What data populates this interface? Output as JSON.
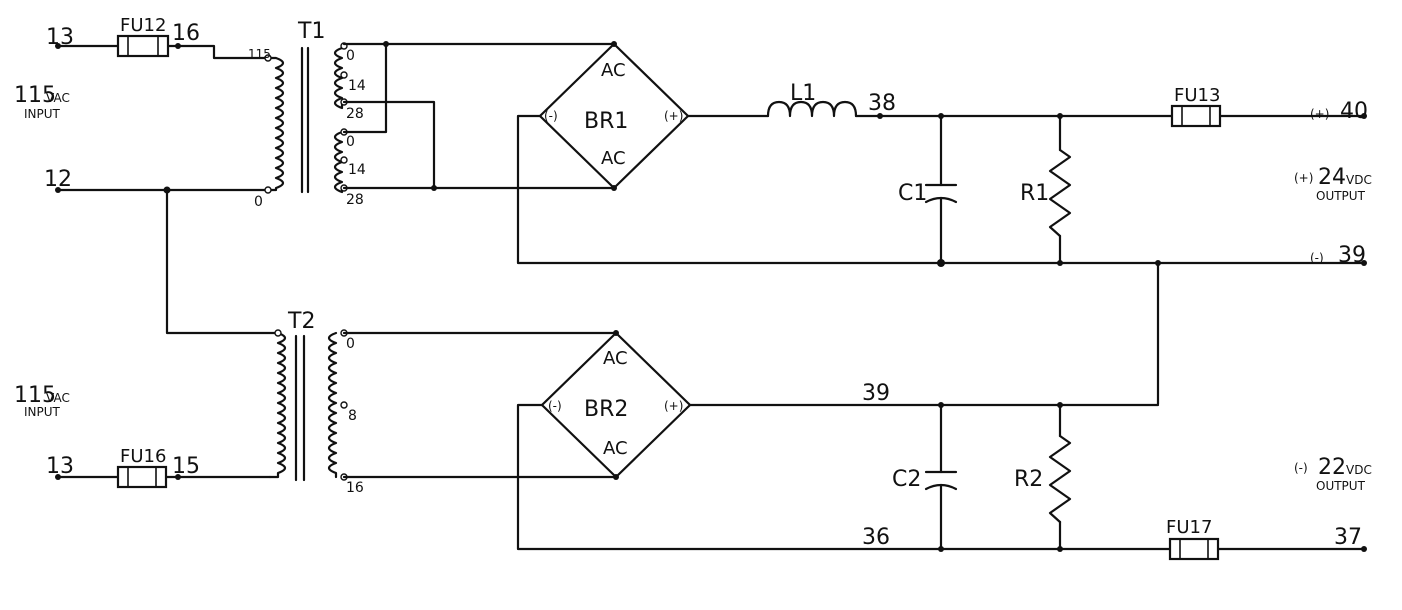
{
  "fuses": {
    "fu12": "FU12",
    "fu13": "FU13",
    "fu16": "FU16",
    "fu17": "FU17"
  },
  "transformers": {
    "t1": {
      "name": "T1",
      "primary_top_tap": "115",
      "primary_bottom_tap": "0",
      "secondary_taps": [
        "0",
        "14",
        "28",
        "0",
        "14",
        "28"
      ]
    },
    "t2": {
      "name": "T2",
      "secondary_taps": [
        "0",
        "8",
        "16"
      ]
    }
  },
  "bridges": {
    "br1": {
      "name": "BR1",
      "ac_top": "AC",
      "ac_bottom": "AC",
      "neg": "(-)",
      "pos": "(+)"
    },
    "br2": {
      "name": "BR2",
      "ac_top": "AC",
      "ac_bottom": "AC",
      "neg": "(-)",
      "pos": "(+)"
    }
  },
  "components": {
    "l1": "L1",
    "c1": "C1",
    "c2": "C2",
    "r1": "R1",
    "r2": "R2"
  },
  "terminals": {
    "t13_top": "13",
    "t16": "16",
    "t12": "12",
    "t13_bottom": "13",
    "t15": "15",
    "t38": "38",
    "t40": "40",
    "t39_right": "39",
    "t39_mid": "39",
    "t36": "36",
    "t37": "37"
  },
  "polarity": {
    "pos40": "(+)",
    "neg39": "(-)"
  },
  "inputs": {
    "top": {
      "value": "115",
      "unit": "VAC",
      "label": "INPUT"
    },
    "bottom": {
      "value": "115",
      "unit": "VAC",
      "label": "INPUT"
    }
  },
  "outputs": {
    "top": {
      "sign": "(+)",
      "value": "24",
      "unit": "VDC",
      "label": "OUTPUT"
    },
    "bottom": {
      "sign": "(-)",
      "value": "22",
      "unit": "VDC",
      "label": "OUTPUT"
    }
  }
}
